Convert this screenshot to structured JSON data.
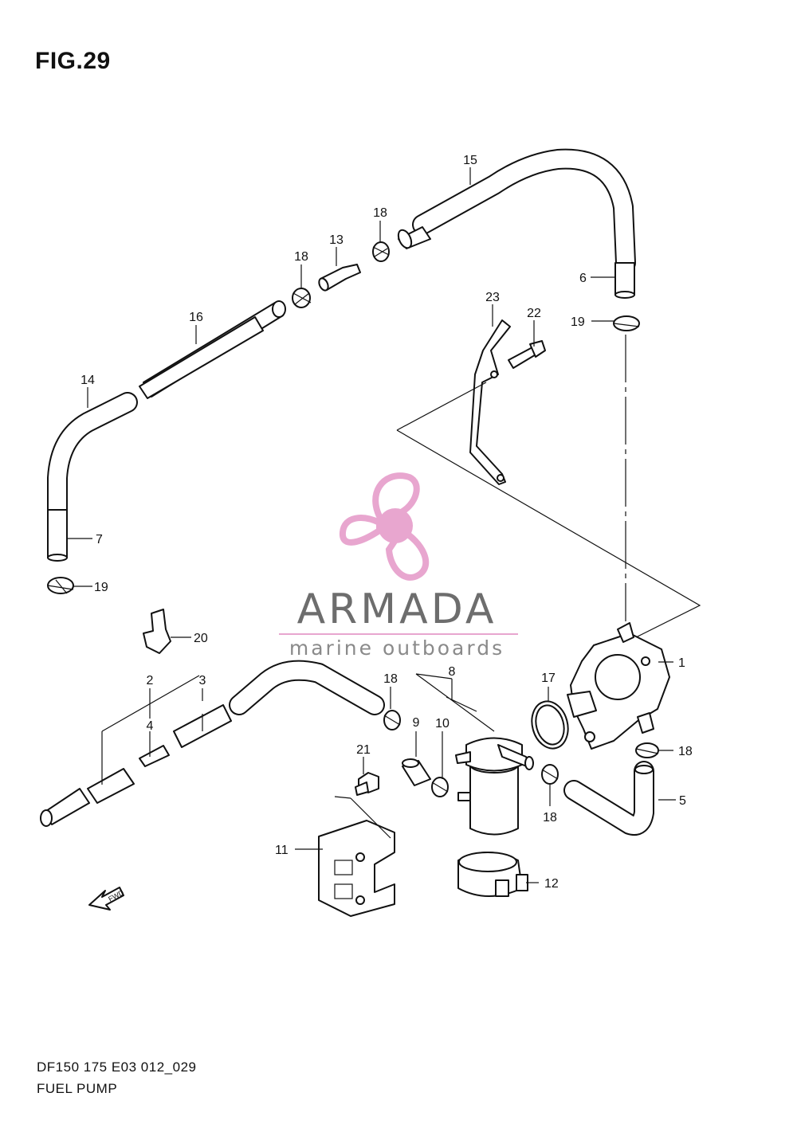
{
  "figure": {
    "title": "FIG.29",
    "code": "DF150 175 E03 012_029",
    "name": "FUEL PUMP"
  },
  "logo": {
    "brand": "ARMADA",
    "tagline": "marine outboards",
    "color_pink": "#e8a6cf",
    "color_gray": "#6d6d6d"
  },
  "direction_label": "FWD",
  "callouts": {
    "c1": "1",
    "c2": "2",
    "c3": "3",
    "c4": "4",
    "c5": "5",
    "c6": "6",
    "c7": "7",
    "c8": "8",
    "c9": "9",
    "c10": "10",
    "c11": "11",
    "c12": "12",
    "c13": "13",
    "c14": "14",
    "c15": "15",
    "c16": "16",
    "c17": "17",
    "c18a": "18",
    "c18b": "18",
    "c18c": "18",
    "c18d": "18",
    "c18e": "18",
    "c19a": "19",
    "c19b": "19",
    "c20": "20",
    "c21": "21",
    "c22": "22",
    "c23": "23"
  }
}
